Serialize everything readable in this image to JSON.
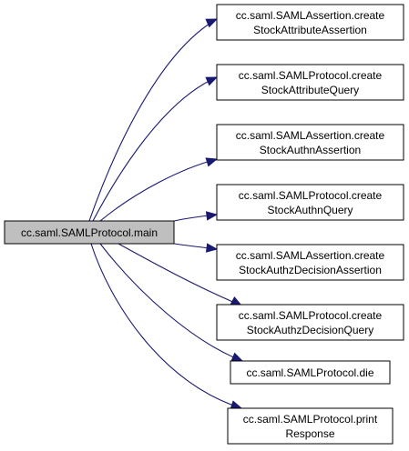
{
  "graph": {
    "root": {
      "label": [
        "cc.saml.SAMLProtocol.main"
      ]
    },
    "callees": [
      {
        "label": [
          "cc.saml.SAMLAssertion.create",
          "StockAttributeAssertion"
        ]
      },
      {
        "label": [
          "cc.saml.SAMLProtocol.create",
          "StockAttributeQuery"
        ]
      },
      {
        "label": [
          "cc.saml.SAMLAssertion.create",
          "StockAuthnAssertion"
        ]
      },
      {
        "label": [
          "cc.saml.SAMLProtocol.create",
          "StockAuthnQuery"
        ]
      },
      {
        "label": [
          "cc.saml.SAMLAssertion.create",
          "StockAuthzDecisionAssertion"
        ]
      },
      {
        "label": [
          "cc.saml.SAMLProtocol.create",
          "StockAuthzDecisionQuery"
        ]
      },
      {
        "label": [
          "cc.saml.SAMLProtocol.die"
        ]
      },
      {
        "label": [
          "cc.saml.SAMLProtocol.print",
          "Response"
        ]
      }
    ],
    "colors": {
      "edge": "#191970",
      "root_fill": "#bfbfbf",
      "node_fill": "#ffffff",
      "border": "#000000"
    }
  }
}
